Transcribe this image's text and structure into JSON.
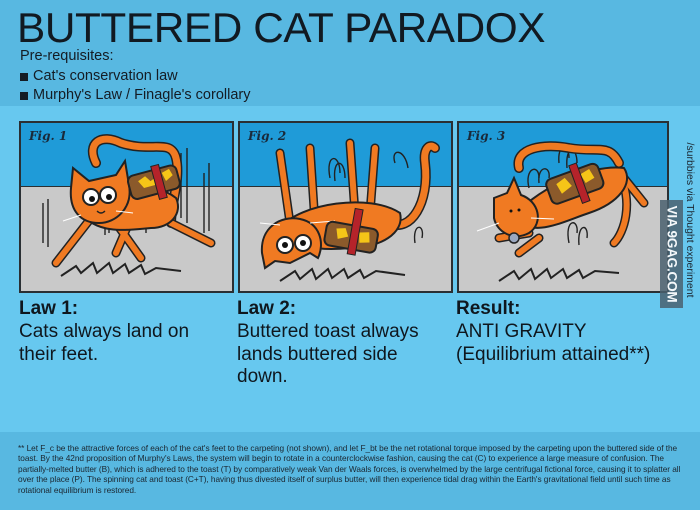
{
  "header": {
    "title": "BUTTERED CAT PARADOX",
    "prereq_label": "Pre-requisites:",
    "prerequisites": [
      "Cat's conservation law",
      "Murphy's Law / Finagle's corollary"
    ]
  },
  "panels": [
    {
      "label": "Fig. 1",
      "scene": "cat falling feet-down with buttered toast strapped to back"
    },
    {
      "label": "Fig. 2",
      "scene": "cat falling upside-down with buttered toast on belly side"
    },
    {
      "label": "Fig. 3",
      "scene": "cat and toast spinning in mid-air"
    }
  ],
  "laws": [
    {
      "title": "Law 1:",
      "text": "Cats always land on their feet."
    },
    {
      "title": "Law 2:",
      "text": "Buttered toast always lands buttered side down."
    },
    {
      "title": "Result:",
      "text": "ANTI GRAVITY (Equilibrium attained**)"
    }
  ],
  "result_lines": [
    "ANTI GRAVITY",
    "(Equilibrium attained**)"
  ],
  "watermark": "VIA 9GAG.COM",
  "credit": "/surbbies via Thought experiment",
  "footnote": "** Let F_c be the attractive forces of each of the cat's feet to the carpeting (not shown), and let F_bt be the net rotational torque imposed by the carpeting upon the buttered side of the toast. By the 42nd proposition of Murphy's Laws, the system will begin to rotate in a counterclockwise fashion, causing the cat (C) to experience a large measure of confusion. The partially-melted butter (B), which is adhered to the toast (T) by comparatively weak Van der Waals forces, is overwhelmed by the large centrifugal fictional force, causing it to splatter all over the place (P). The spinning cat and toast (C+T), having thus divested itself of surplus butter, will then experience tidal drag within the Earth's gravitational field until such time as rotational equilibrium is restored.",
  "colors": {
    "header_bg": "#58b8e1",
    "middle_bg": "#67c8ef",
    "wall": "#1f9bd8",
    "floor": "#c9c9c9",
    "cat": "#f07a22",
    "toast": "#8b5a2b",
    "butter": "#f5c518",
    "strap": "#b5232a",
    "text": "#111a22"
  }
}
